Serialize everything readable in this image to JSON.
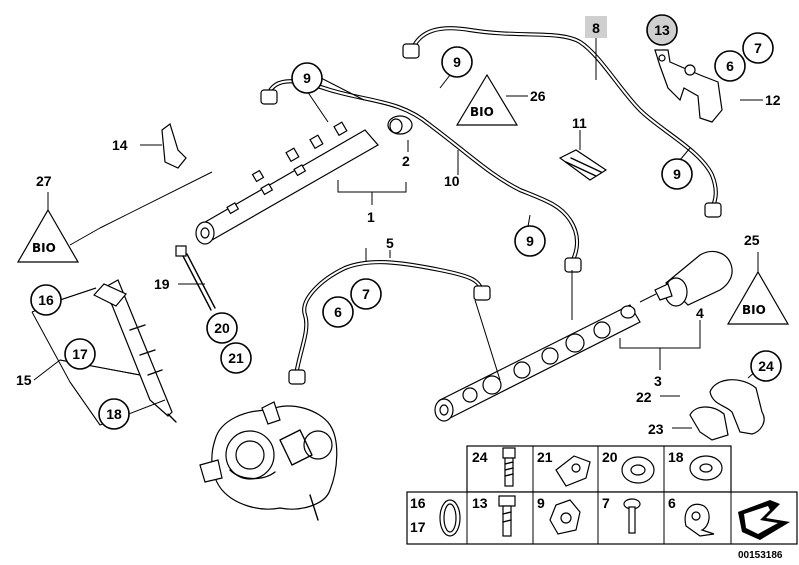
{
  "callouts": {
    "c1": "1",
    "c2": "2",
    "c3": "3",
    "c4": "4",
    "c5": "5",
    "c6a": "6",
    "c6b": "6",
    "c7a": "7",
    "c7b": "7",
    "c8": "8",
    "c9a": "9",
    "c9b": "9",
    "c9c": "9",
    "c9d": "9",
    "c10": "10",
    "c11": "11",
    "c12": "12",
    "c13": "13",
    "c14": "14",
    "c15": "15",
    "c16": "16",
    "c17": "17",
    "c18": "18",
    "c19": "19",
    "c20": "20",
    "c21": "21",
    "c22": "22",
    "c23": "23",
    "c24": "24",
    "c25": "25",
    "c26": "26",
    "c27": "27"
  },
  "legend": {
    "row1": [
      "24",
      "21",
      "20",
      "18"
    ],
    "row2a": "16",
    "row2b": "17",
    "row2": [
      "13",
      "9",
      "7",
      "6"
    ]
  },
  "diagram_code": "00153186",
  "colors": {
    "line": "#000000",
    "highlight_box": "#cfcfcf",
    "background": "#ffffff"
  }
}
